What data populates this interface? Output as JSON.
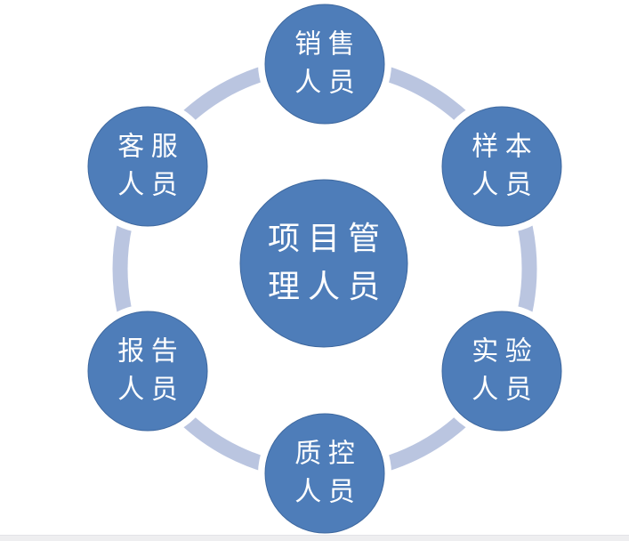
{
  "diagram": {
    "type": "radial-cycle",
    "center": {
      "id": "project-management",
      "line1": "项目管",
      "line2": "理人员",
      "full_label": "项目管理人员"
    },
    "nodes": [
      {
        "id": "sales",
        "line1": "销售",
        "line2": "人员",
        "full_label": "销售人员",
        "position": "top"
      },
      {
        "id": "sample",
        "line1": "样本",
        "line2": "人员",
        "full_label": "样本人员",
        "position": "upper-right"
      },
      {
        "id": "experiment",
        "line1": "实验",
        "line2": "人员",
        "full_label": "实验人员",
        "position": "lower-right"
      },
      {
        "id": "quality-control",
        "line1": "质控",
        "line2": "人员",
        "full_label": "质控人员",
        "position": "bottom"
      },
      {
        "id": "report",
        "line1": "报告",
        "line2": "人员",
        "full_label": "报告人员",
        "position": "lower-left"
      },
      {
        "id": "customer-service",
        "line1": "客服",
        "line2": "人员",
        "full_label": "客服人员",
        "position": "upper-left"
      }
    ],
    "colors": {
      "node_fill": "#4e7db9",
      "node_edge": "#3e689f",
      "ring": "#bac5e0",
      "text": "#ffffff",
      "background": "#ffffff",
      "bottom_strip": "#eeeef0",
      "halo": "#ffffff"
    }
  }
}
